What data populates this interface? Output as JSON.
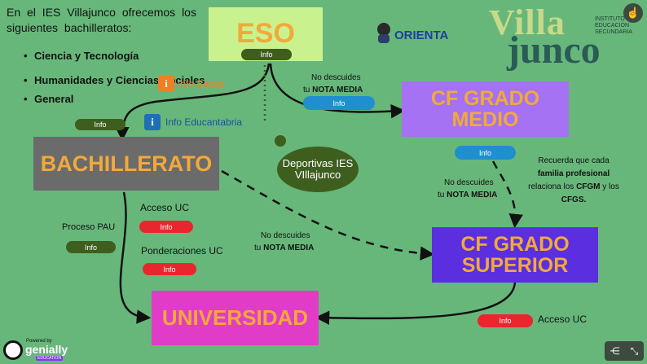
{
  "intro": {
    "text": "En el IES Villajunco ofrecemos los siguientes bachilleratos:",
    "items": [
      "Ciencia y Tecnología",
      "Humanidades y Ciencias Sociales",
      "General"
    ]
  },
  "nodes": {
    "eso": "ESO",
    "bachillerato": "BACHILLERATO",
    "cf_medio": "CF GRADO MEDIO",
    "cf_superior": "CF GRADO SUPERIOR",
    "universidad": "UNIVERSIDAD",
    "deportivas": "Deportivas IES VIllajunco"
  },
  "buttons": {
    "info": "Info"
  },
  "links": {
    "becas": "Info Becas",
    "educantabria": "Info Educantabria"
  },
  "labels": {
    "acceso_uc": "Acceso UC",
    "proceso_pau": "Proceso PAU",
    "ponderaciones_uc": "Ponderaciones UC",
    "acceso_uc_2": "Acceso UC",
    "nota_1_a": "No descuides",
    "nota_1_b": "tu",
    "nota_1_c": "NOTA MEDIA",
    "nota_2_a": "No descuides",
    "nota_2_b": "tu",
    "nota_2_c": "NOTA MEDIA",
    "nota_3_a": "No descuides",
    "nota_3_b": "tu",
    "nota_3_c": "NOTA MEDIA"
  },
  "note": {
    "l1": "Recuerda que cada",
    "l2": "familia profesional",
    "l3a": "relaciona los",
    "l3b": "CFGM",
    "l3c": "y los",
    "l4": "CFGS."
  },
  "orienta": "ORIENTA",
  "logo": {
    "top": "Villa",
    "bottom": "junco",
    "sub1": "INSTITUTO",
    "sub2": "EDUCACIÓN",
    "sub3": "SECUNDARIA"
  },
  "badge": {
    "powered": "Powered by",
    "brand": "genially",
    "tag": "EDUCATION"
  },
  "colors": {
    "background": "#67b77a",
    "eso": "#c9f28e",
    "bachillerato": "#6b6b6b",
    "cf_medio": "#a472f2",
    "cf_superior": "#5b2fe0",
    "universidad": "#e13cc7",
    "title_text": "#f2a93b"
  },
  "icons": [
    "info-icon",
    "share-icon",
    "fullscreen-icon",
    "touch-icon"
  ]
}
